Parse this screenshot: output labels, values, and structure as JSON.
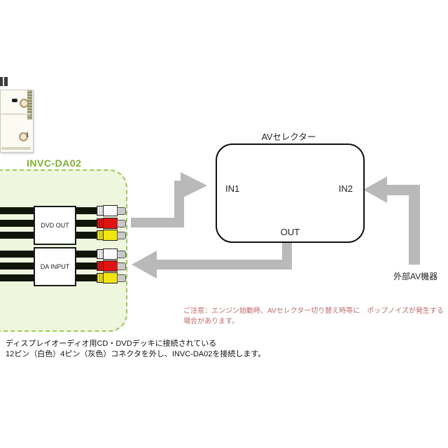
{
  "adapter": {
    "label": "INVC-DA02",
    "label_color": "#7ab52a",
    "box_fill": "#eef7dd",
    "box_border": "#9ccb55",
    "connector_groups": [
      {
        "label": "DVD OUT",
        "plugs": [
          "white",
          "red",
          "yellow"
        ]
      },
      {
        "label": "DA INPUT",
        "plugs": [
          "white",
          "red",
          "yellow"
        ]
      }
    ]
  },
  "device_photo": {
    "pin1_label": "1"
  },
  "selector": {
    "title": "AVセレクター",
    "in1": "IN1",
    "in2": "IN2",
    "out": "OUT"
  },
  "external_device_label": "外部AV機器",
  "arrows": {
    "color": "#b9b9b9"
  },
  "plug_colors": {
    "white": "#fafafa",
    "red": "#e01313",
    "yellow": "#f0e60e",
    "tip": "#c9c9c9"
  },
  "cable_color": "#12150a",
  "caution": {
    "color": "#c96a6a",
    "text": "ご注意：エンジン始動時、AVセレクター切り替え時等に　ポップノイズが発生する場合があります。"
  },
  "instructions": {
    "line1": "ディスプレイオーディオ用CD・DVDデッキに接続されている",
    "line2": "12ピン（白色）4ピン（灰色）コネクタを外し、INVC-DA02を接続します。"
  }
}
